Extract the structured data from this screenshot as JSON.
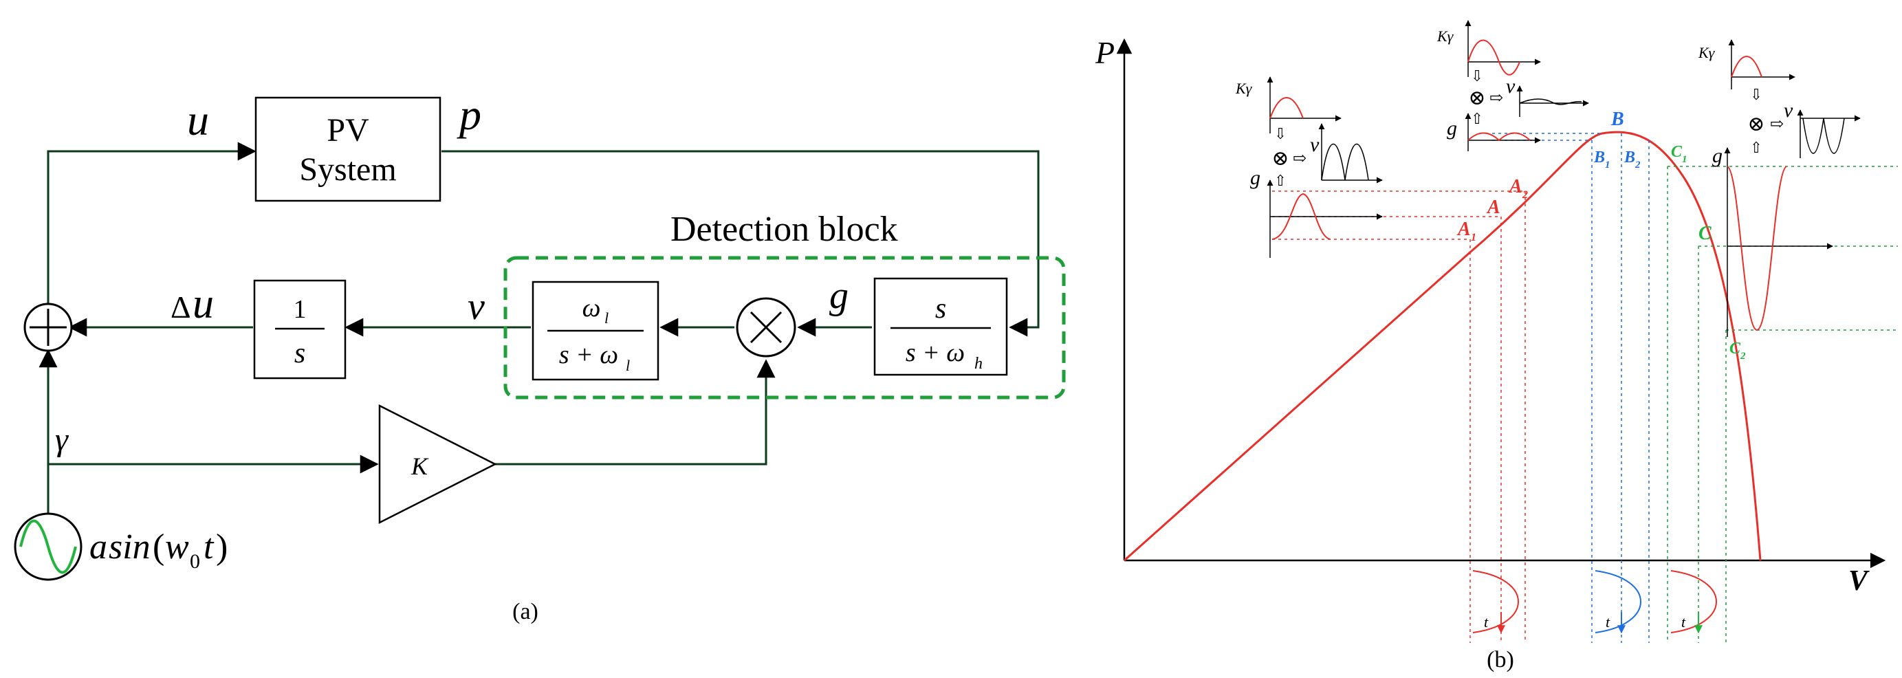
{
  "panel_a": {
    "caption": "(a)",
    "pv_box": {
      "line1": "PV",
      "line2": "System"
    },
    "u_label": "u",
    "p_label": "p",
    "detection_label": "Detection block",
    "integrator": {
      "num": "1",
      "den": "s"
    },
    "delta_u": {
      "delta": "Δ",
      "u": "u"
    },
    "v_label": "v",
    "g_label": "g",
    "lowpass": {
      "num": "ω",
      "num_sub": "l",
      "den_s": "s + ω",
      "den_sub": "l"
    },
    "highpass": {
      "num": "s",
      "den_s": "s + ω",
      "den_sub": "h"
    },
    "gamma_label": "γ",
    "gain_label": "K",
    "source": {
      "a": "a",
      "sin": "sin",
      "paren_open": "(",
      "w": "w",
      "w_sub": "0",
      "t": "t",
      "paren_close": ")"
    }
  },
  "panel_b": {
    "caption": "(b)",
    "axis_p": "P",
    "axis_v": "V",
    "insets": {
      "left": {
        "k": "Kγ",
        "g": "g",
        "v": "v"
      },
      "middle": {
        "k": "Kγ",
        "g": "g",
        "v": "v"
      },
      "right": {
        "k": "Kγ",
        "g": "g",
        "v": "v"
      }
    },
    "points": {
      "A": "A",
      "A1": "A",
      "A1_sub": "1",
      "A2": "A",
      "A2_sub": "2",
      "B": "B",
      "B1": "B",
      "B1_sub": "1",
      "B2": "B",
      "B2_sub": "2",
      "C": "C",
      "C1": "C",
      "C1_sub": "1",
      "C2": "C",
      "C2_sub": "2"
    },
    "time_label": "t"
  },
  "colors": {
    "line": "#000000",
    "dark_green": "#0b3b1b",
    "curve_red": "#e8302a",
    "dash_green": "#1f9e3a",
    "blue": "#1f6fe0",
    "green": "#22b43c"
  }
}
